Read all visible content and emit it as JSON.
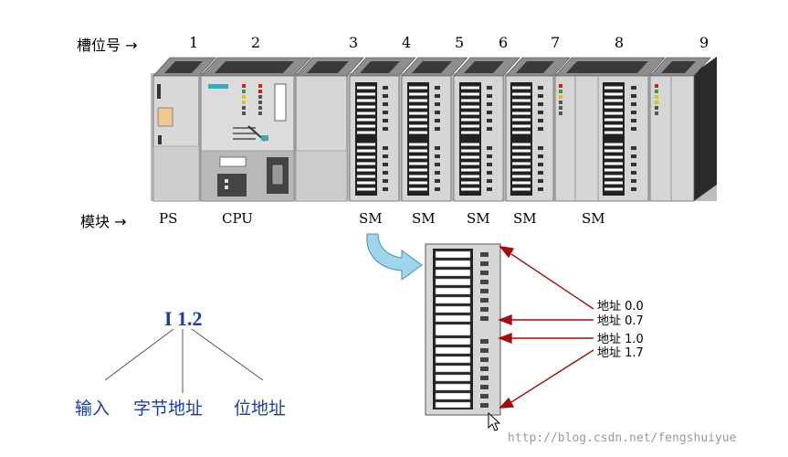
{
  "header": {
    "slot_label": "槽位号 →",
    "module_label": "模块 →"
  },
  "slots": [
    "1",
    "2",
    "3",
    "4",
    "5",
    "6",
    "7",
    "8",
    "9"
  ],
  "modules": [
    "PS",
    "CPU",
    "SM",
    "SM",
    "SM",
    "SM",
    "SM"
  ],
  "address_example": {
    "title": "I 1.2",
    "parts": [
      "输入",
      "字节地址",
      "位地址"
    ]
  },
  "address_labels": [
    "地址 0.0",
    "地址 0.7",
    "地址 1.0",
    "地址 1.7"
  ],
  "watermark": "http://blog.csdn.net/fengshuiyue",
  "colors": {
    "rack_face": "#d6d6d6",
    "rack_top": "#9a9a9a",
    "rack_dark": "#202020",
    "arrow_red": "#a01010",
    "text_blue": "#1b3fa0",
    "curved_arrow": "#9fd6ea"
  }
}
